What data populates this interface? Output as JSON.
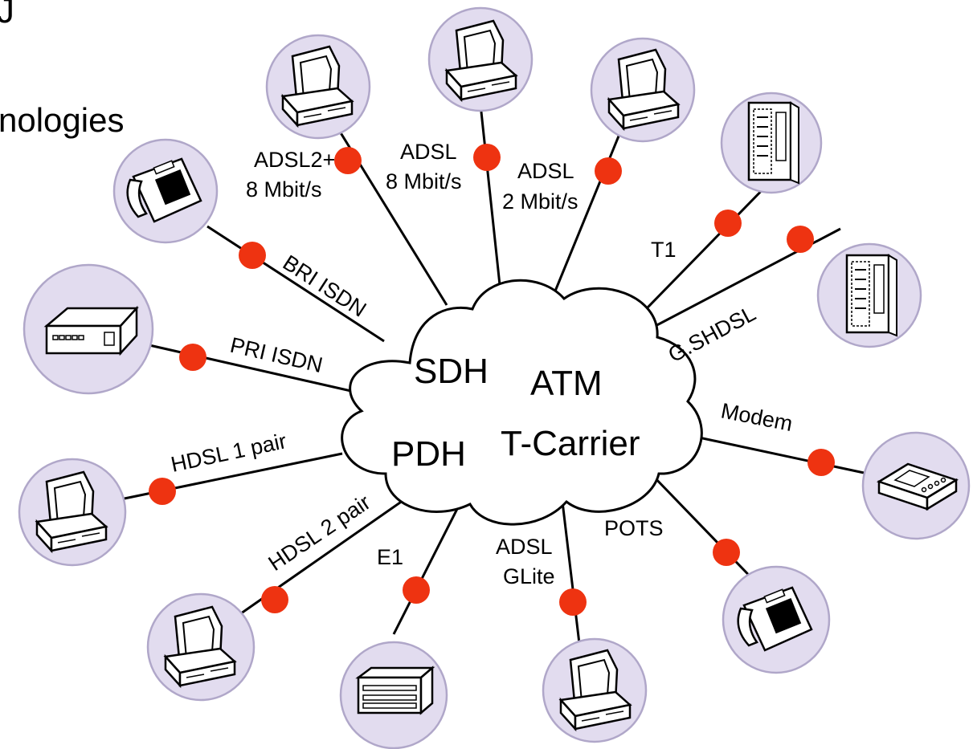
{
  "title_fragment": {
    "line1": "J",
    "line2": "nologies"
  },
  "core_network": {
    "labels": [
      "SDH",
      "ATM",
      "PDH",
      "T-Carrier"
    ]
  },
  "links": {
    "adsl2plus": {
      "line1": "ADSL2+",
      "line2": "8 Mbit/s"
    },
    "adsl8": {
      "line1": "ADSL",
      "line2": "8 Mbit/s"
    },
    "adsl2": {
      "line1": "ADSL",
      "line2": "2 Mbit/s"
    },
    "t1": "T1",
    "bri_isdn": "BRI ISDN",
    "gshdsl": "G.SHDSL",
    "pri_isdn": "PRI ISDN",
    "modem": "Modem",
    "hdsl1": "HDSL 1 pair",
    "hdsl2": "HDSL 2 pair",
    "e1": "E1",
    "adsl_glite": {
      "line1": "ADSL",
      "line2": "GLite"
    },
    "pots": "POTS"
  },
  "colors": {
    "connector_dot": "#ee3311",
    "device_circle": "#e2dcef",
    "device_circle_border": "#b0a7c9"
  },
  "devices": [
    "desktop-computer-icon",
    "desktop-computer-icon",
    "desktop-computer-icon",
    "server-tower-icon",
    "server-tower-icon",
    "telephone-icon",
    "network-hub-icon",
    "modem-icon",
    "desktop-computer-icon",
    "desktop-computer-icon",
    "rack-equipment-icon",
    "desktop-computer-icon",
    "telephone-icon"
  ]
}
